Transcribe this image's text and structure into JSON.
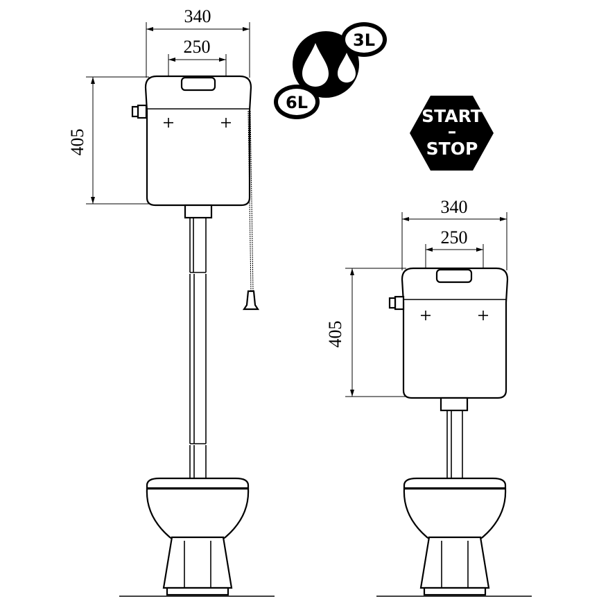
{
  "high_cistern": {
    "width_dim": "340",
    "hole_spacing_dim": "250",
    "height_dim": "405"
  },
  "low_cistern": {
    "width_dim": "340",
    "hole_spacing_dim": "250",
    "height_dim": "405"
  },
  "dual_flush_badge": {
    "large_volume": "6L",
    "small_volume": "3L"
  },
  "start_stop_badge": {
    "line1": "START",
    "line2": "–",
    "line3": "STOP"
  },
  "colors": {
    "ink": "#000000",
    "background": "#ffffff"
  }
}
